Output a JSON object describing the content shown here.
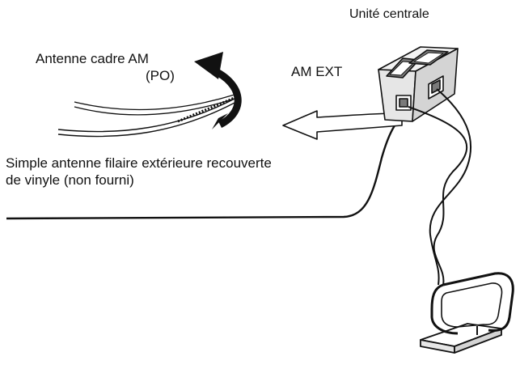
{
  "labels": {
    "central_unit": "Unité centrale",
    "am_ext": "AM EXT",
    "loop_antenna_line1": "Antenne cadre AM",
    "loop_antenna_line2": "(PO)",
    "wire_antenna_line1": "Simple antenne filaire extérieure recouverte",
    "wire_antenna_line2": "de vinyle (non fourni)"
  },
  "colors": {
    "ink": "#111111",
    "background": "#ffffff",
    "unit_fill": "#e6e6e6",
    "unit_dark": "#7a7a7a",
    "arrow_fill": "#ffffff"
  },
  "icons": {
    "rotation_arrow": "curved-rotate-arrow-icon",
    "direction_arrow": "hollow-left-arrow-icon"
  }
}
